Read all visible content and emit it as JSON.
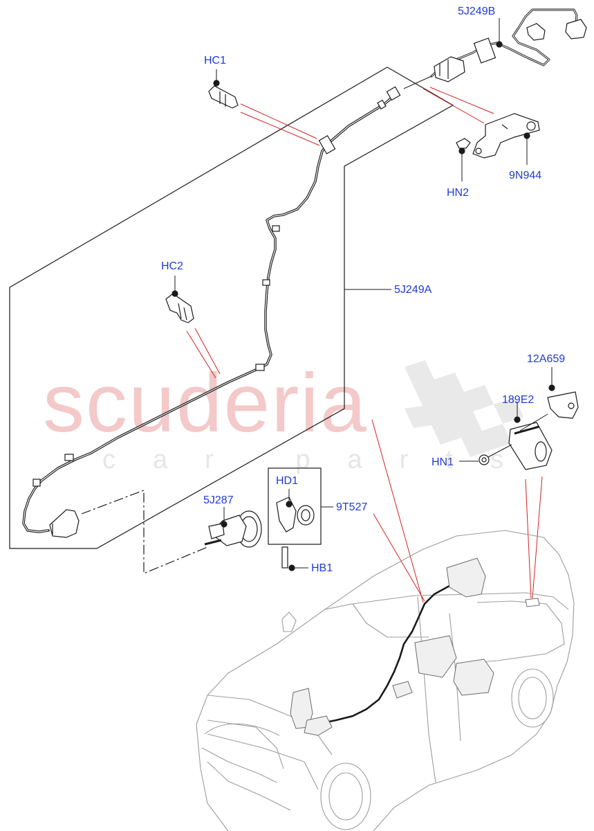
{
  "watermark": {
    "brand": "scuderia",
    "sub": "car parts"
  },
  "callouts": {
    "hc1": "HC1",
    "j249b": "5J249B",
    "hn2": "HN2",
    "n944": "9N944",
    "hc2": "HC2",
    "j249a": "5J249A",
    "a659": "12A659",
    "e2": "189E2",
    "hn1": "HN1",
    "hd1": "HD1",
    "j287": "5J287",
    "t527": "9T527",
    "hb1": "HB1"
  },
  "colors": {
    "callout": "#1f3bd6",
    "leader": "#d42020",
    "line": "#1a1a1a",
    "watermark": "#f3c9c9"
  }
}
